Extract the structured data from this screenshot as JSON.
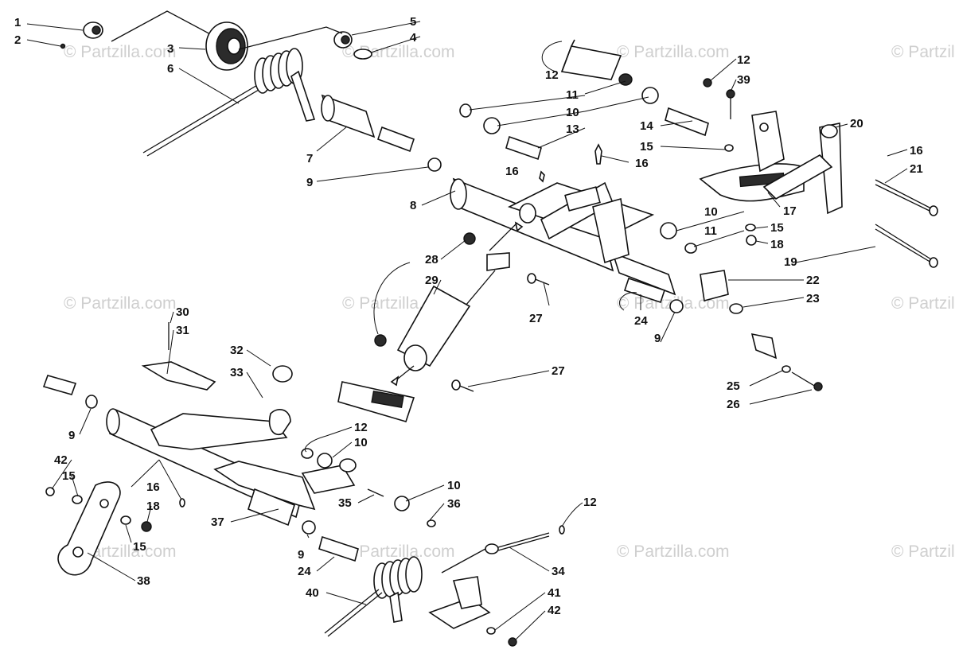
{
  "watermark": "© Partzilla.com",
  "callouts": [
    "1",
    "2",
    "3",
    "4",
    "5",
    "6",
    "7",
    "8",
    "9",
    "10",
    "11",
    "12",
    "13",
    "14",
    "15",
    "16",
    "17",
    "18",
    "19",
    "20",
    "21",
    "22",
    "23",
    "24",
    "25",
    "26",
    "27",
    "28",
    "29",
    "30",
    "31",
    "32",
    "33",
    "34",
    "35",
    "36",
    "37",
    "38",
    "39",
    "40",
    "41",
    "42"
  ],
  "colors": {
    "ink": "#111111",
    "watermark": "#cfcfcf",
    "background": "#ffffff"
  }
}
